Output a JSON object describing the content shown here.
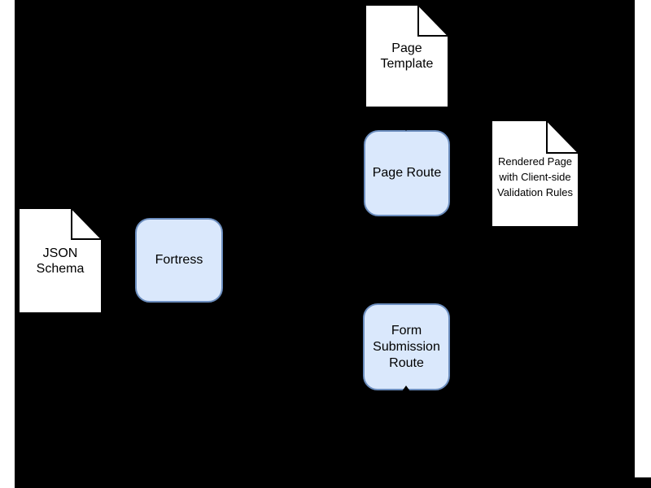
{
  "diagram": {
    "background": "#000000",
    "side_strips": {
      "left_color": "#ffffff",
      "right_color": "#ffffff"
    },
    "palette": {
      "node_fill": "#dae8fc",
      "node_stroke": "#6c8ebf",
      "document_fill": "#ffffff",
      "document_stroke": "#000000",
      "label_color": "#000000"
    },
    "nodes": {
      "json_schema": {
        "shape": "document",
        "label": "JSON\nSchema"
      },
      "fortress": {
        "shape": "rounded-rect",
        "label": "Fortress"
      },
      "page_template": {
        "shape": "document",
        "label": "Page\nTemplate"
      },
      "page_route": {
        "shape": "rounded-rect",
        "label": "Page Route"
      },
      "form_submission_route": {
        "shape": "rounded-rect",
        "label": "Form\nSubmission\nRoute"
      },
      "rendered_page": {
        "shape": "document",
        "label": "Rendered Page\nwith Client-side\nValidation Rules"
      }
    }
  }
}
